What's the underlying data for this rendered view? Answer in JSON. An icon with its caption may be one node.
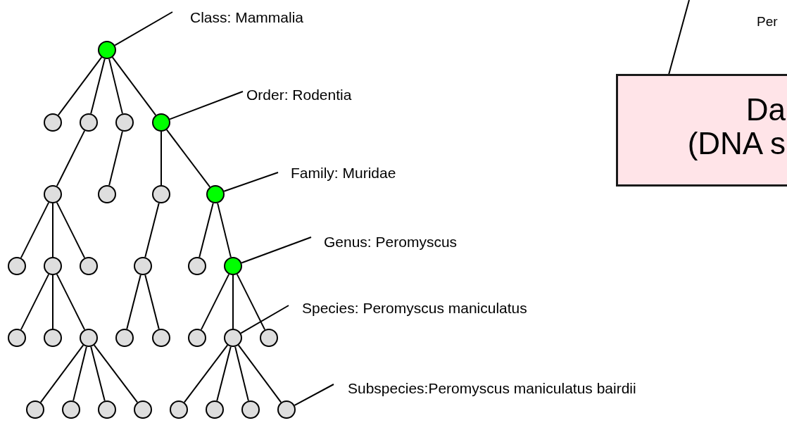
{
  "diagram": {
    "nodes": [
      {
        "text": [],
        "shape": "circle"
      },
      {
        "text": [],
        "shape": "circle"
      },
      {
        "text": [],
        "shape": "circle"
      },
      {
        "text": [],
        "shape": "circle"
      },
      {
        "text": [],
        "shape": "circle"
      },
      {
        "text": [],
        "shape": "circle"
      },
      {
        "text": [],
        "shape": "circle"
      },
      {
        "text": [],
        "shape": "circle"
      },
      {
        "text": [],
        "shape": "circle"
      },
      {
        "text": [],
        "shape": "circle"
      },
      {
        "text": [],
        "shape": "circle"
      },
      {
        "text": [],
        "shape": "circle"
      },
      {
        "text": [],
        "shape": "circle"
      },
      {
        "text": [],
        "shape": "circle"
      },
      {
        "text": [],
        "shape": "circle"
      },
      {
        "text": [],
        "shape": "circle"
      },
      {
        "text": [],
        "shape": "circle"
      },
      {
        "text": [],
        "shape": "circle"
      },
      {
        "text": [],
        "shape": "circle"
      },
      {
        "text": [],
        "shape": "circle"
      },
      {
        "text": [],
        "shape": "circle"
      },
      {
        "text": [],
        "shape": "circle"
      },
      {
        "text": [],
        "shape": "circle"
      },
      {
        "text": [],
        "shape": "circle"
      },
      {
        "text": [],
        "shape": "circle"
      },
      {
        "text": [],
        "shape": "circle"
      },
      {
        "text": [],
        "shape": "circle"
      },
      {
        "text": [],
        "shape": "circle"
      },
      {
        "text": [],
        "shape": "circle"
      },
      {
        "text": [],
        "shape": "circle"
      },
      {
        "text": [],
        "shape": "circle"
      },
      {
        "text": [
          "Class: Mammalia"
        ]
      },
      {
        "text": [
          "Order: Rodentia"
        ]
      },
      {
        "text": [
          "Family: Muridae"
        ]
      },
      {
        "text": [
          "Genus: Peromyscus"
        ]
      },
      {
        "text": [
          "Species: Peromyscus maniculatus"
        ]
      },
      {
        "text": [
          "Subspecies:Peromyscus maniculatus bairdii"
        ]
      },
      {
        "text": [
          "Da (DNA s"
        ]
      }
    ],
    "edges": [
      {
        "from": 0,
        "to": 1,
        "arrow": "none"
      },
      {
        "from": 0,
        "to": 2,
        "arrow": "none"
      },
      {
        "from": 0,
        "to": 3,
        "arrow": "none"
      },
      {
        "from": 0,
        "to": 4,
        "arrow": "none"
      },
      {
        "from": 2,
        "to": 5,
        "arrow": "none"
      },
      {
        "from": 3,
        "to": 6,
        "arrow": "none"
      },
      {
        "from": 4,
        "to": 7,
        "arrow": "none"
      },
      {
        "from": 4,
        "to": 8,
        "arrow": "none"
      },
      {
        "from": 5,
        "to": 9,
        "arrow": "none"
      },
      {
        "from": 5,
        "to": 10,
        "arrow": "none"
      },
      {
        "from": 5,
        "to": 11,
        "arrow": "none"
      },
      {
        "from": 7,
        "to": 12,
        "arrow": "none"
      },
      {
        "from": 8,
        "to": 13,
        "arrow": "none"
      },
      {
        "from": 8,
        "to": 14,
        "arrow": "none"
      },
      {
        "from": 10,
        "to": 15,
        "arrow": "none"
      },
      {
        "from": 10,
        "to": 16,
        "arrow": "none"
      },
      {
        "from": 10,
        "to": 17,
        "arrow": "none"
      },
      {
        "from": 12,
        "to": 18,
        "arrow": "none"
      },
      {
        "from": 12,
        "to": 19,
        "arrow": "none"
      },
      {
        "from": 14,
        "to": 20,
        "arrow": "none"
      },
      {
        "from": 14,
        "to": 21,
        "arrow": "none"
      },
      {
        "from": 14,
        "to": 22,
        "arrow": "none"
      },
      {
        "from": 17,
        "to": 23,
        "arrow": "none"
      },
      {
        "from": 17,
        "to": 24,
        "arrow": "none"
      },
      {
        "from": 17,
        "to": 25,
        "arrow": "none"
      },
      {
        "from": 17,
        "to": 26,
        "arrow": "none"
      },
      {
        "from": 21,
        "to": 27,
        "arrow": "none"
      },
      {
        "from": 21,
        "to": 28,
        "arrow": "none"
      },
      {
        "from": 21,
        "to": 29,
        "arrow": "none"
      },
      {
        "from": 21,
        "to": 30,
        "arrow": "none"
      },
      {
        "from": 31,
        "to": 0,
        "arrow": "none"
      },
      {
        "from": 32,
        "to": 4,
        "arrow": "none"
      },
      {
        "from": 33,
        "to": 8,
        "arrow": "none"
      },
      {
        "from": 34,
        "to": 14,
        "arrow": "none"
      },
      {
        "from": 35,
        "to": 21,
        "arrow": "none"
      },
      {
        "from": 36,
        "to": 30,
        "arrow": "none"
      },
      {
        "from": null,
        "to": 37,
        "arrow": "none"
      }
    ],
    "labels": [
      "Per"
    ]
  }
}
